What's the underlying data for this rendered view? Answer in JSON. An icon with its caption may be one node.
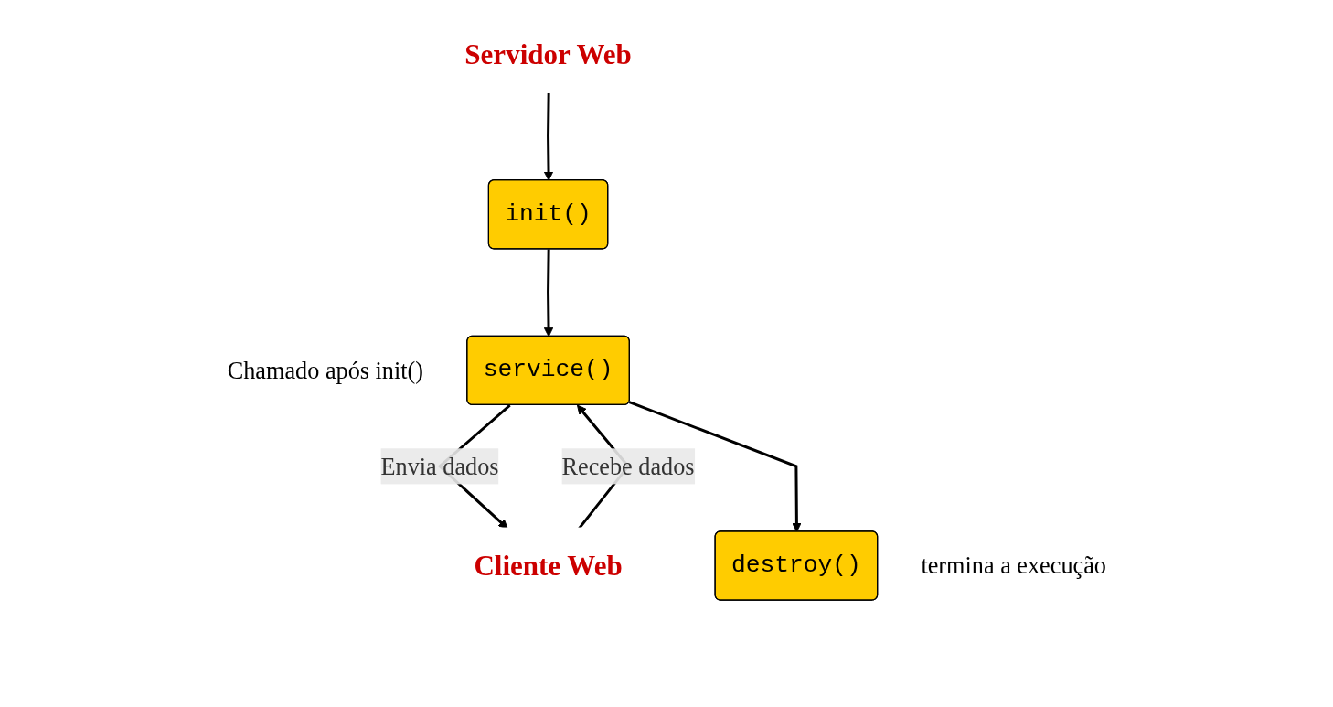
{
  "diagram": {
    "nodes": [
      {
        "text": [
          "init()"
        ]
      },
      {
        "text": [
          "Servidor Web"
        ]
      },
      {
        "text": [
          "service()"
        ],
        "beside": [
          "Chamado após init()"
        ]
      },
      {
        "text": [
          "Cliente Web"
        ]
      },
      {
        "text": [
          "destroy()"
        ],
        "beside": [
          "termina a execução"
        ]
      }
    ],
    "edges": [
      {
        "from": 1,
        "to": 0,
        "arrow": "to"
      },
      {
        "from": 0,
        "to": 2,
        "arrow": "to"
      },
      {
        "from": 2,
        "to": 3,
        "arrow": "to",
        "label": "Envia dados"
      },
      {
        "from": 3,
        "to": 2,
        "arrow": "to",
        "label": "Recebe dados"
      },
      {
        "from": 2,
        "to": 4,
        "arrow": "to"
      }
    ]
  }
}
